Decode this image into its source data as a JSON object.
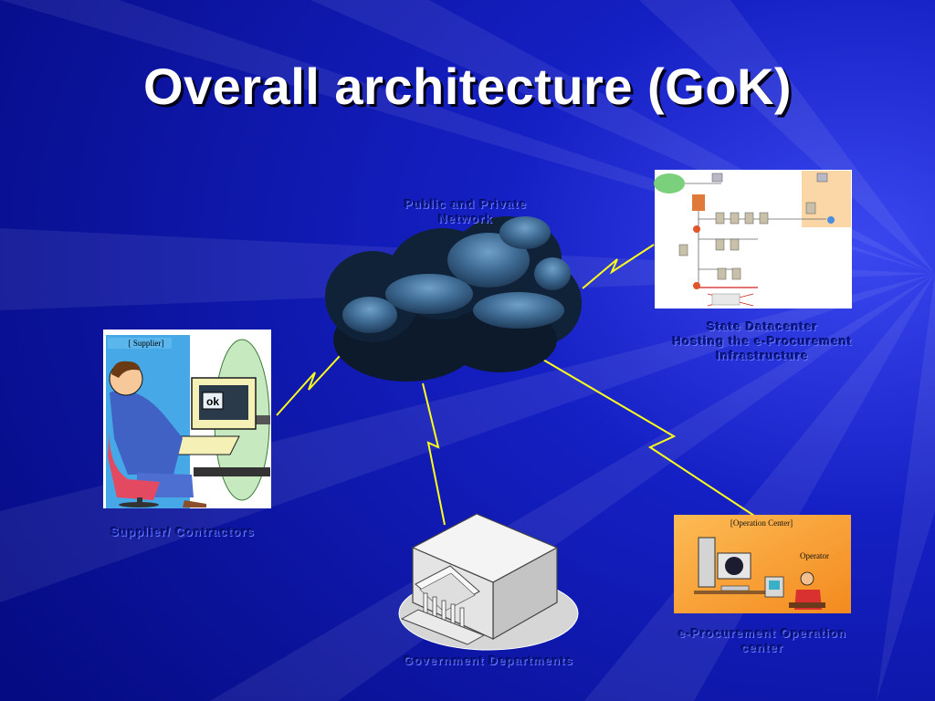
{
  "slide": {
    "title": "Overall architecture (GoK)",
    "background_color": "#0d13a8",
    "bolt_color": "#ffff1a"
  },
  "network": {
    "label_line1": "Public and Private",
    "label_line2": "Network",
    "icon": "storm-cloud-icon"
  },
  "supplier": {
    "panel_label": "[ Supplier]",
    "screen_text": "ok",
    "caption": "Supplier/ Contractors",
    "icon": "person-at-computer-icon"
  },
  "datacenter": {
    "caption_line1": "State Datacenter",
    "caption_line2": "Hosting the e-Procurement",
    "caption_line3": "Infrastructure",
    "icon": "network-topology-diagram-icon"
  },
  "government": {
    "caption": "Government Departments",
    "icon": "government-building-icon"
  },
  "operation": {
    "panel_label": "[Operation Center]",
    "operator_label": "Operator",
    "caption_line1": "e-Procurement Operation",
    "caption_line2": "center",
    "icon": "operator-workstation-icon"
  }
}
